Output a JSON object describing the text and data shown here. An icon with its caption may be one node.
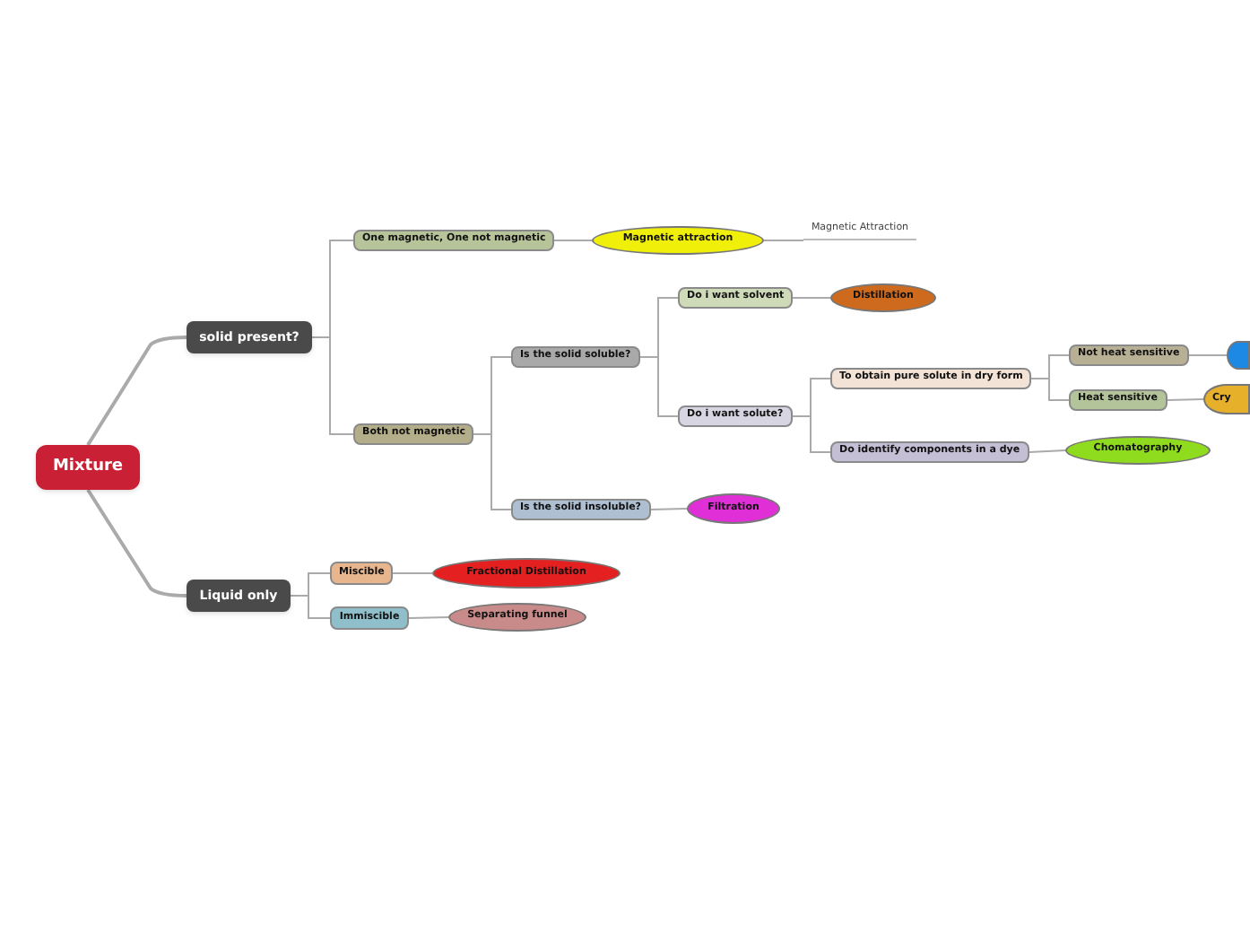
{
  "diagram": {
    "nodes": [
      {
        "text": [
          "Mixture"
        ]
      },
      {
        "text": [
          "solid present?"
        ]
      },
      {
        "text": [
          "Liquid only"
        ]
      },
      {
        "text": [
          "One magnetic, One not magnetic"
        ]
      },
      {
        "text": [
          "Both not magnetic"
        ]
      },
      {
        "text": [
          "Magnetic attraction"
        ]
      },
      {
        "text": [
          "Magnetic Attraction"
        ]
      },
      {
        "text": [
          "Is the solid soluble?"
        ]
      },
      {
        "text": [
          "Is the solid insoluble?"
        ]
      },
      {
        "text": [
          "Do i want solvent"
        ]
      },
      {
        "text": [
          "Do i want solute?"
        ]
      },
      {
        "text": [
          "Distillation"
        ]
      },
      {
        "text": [
          "To obtain pure solute in dry form"
        ]
      },
      {
        "text": [
          "Do identify components in a dye"
        ]
      },
      {
        "text": [
          "Not heat sensitive"
        ]
      },
      {
        "text": [
          "Heat sensitive"
        ]
      },
      {
        "text": [],
        "shape": "ellipse"
      },
      {
        "text": [
          "Cry"
        ]
      },
      {
        "text": [
          "Chomatography"
        ]
      },
      {
        "text": [
          "Filtration"
        ]
      },
      {
        "text": [
          "Miscible"
        ]
      },
      {
        "text": [
          "Immiscible"
        ]
      },
      {
        "text": [
          "Fractional Distillation"
        ]
      },
      {
        "text": [
          "Separating funnel"
        ]
      }
    ],
    "edges": [
      {
        "from": 0,
        "to": 1,
        "arrow": "none"
      },
      {
        "from": 0,
        "to": 2,
        "arrow": "none"
      },
      {
        "from": 1,
        "to": 3,
        "arrow": "none"
      },
      {
        "from": 1,
        "to": 4,
        "arrow": "none"
      },
      {
        "from": 3,
        "to": 5,
        "arrow": "none"
      },
      {
        "from": 5,
        "to": 6,
        "arrow": "none"
      },
      {
        "from": 4,
        "to": 7,
        "arrow": "none"
      },
      {
        "from": 4,
        "to": 8,
        "arrow": "none"
      },
      {
        "from": 7,
        "to": 9,
        "arrow": "none"
      },
      {
        "from": 7,
        "to": 10,
        "arrow": "none"
      },
      {
        "from": 9,
        "to": 11,
        "arrow": "none"
      },
      {
        "from": 10,
        "to": 12,
        "arrow": "none"
      },
      {
        "from": 10,
        "to": 13,
        "arrow": "none"
      },
      {
        "from": 12,
        "to": 14,
        "arrow": "none"
      },
      {
        "from": 12,
        "to": 15,
        "arrow": "none"
      },
      {
        "from": 14,
        "to": 16,
        "arrow": "none"
      },
      {
        "from": 15,
        "to": 17,
        "arrow": "none"
      },
      {
        "from": 13,
        "to": 18,
        "arrow": "none"
      },
      {
        "from": 8,
        "to": 19,
        "arrow": "none"
      },
      {
        "from": 2,
        "to": 20,
        "arrow": "none"
      },
      {
        "from": 2,
        "to": 21,
        "arrow": "none"
      },
      {
        "from": 20,
        "to": 22,
        "arrow": "none"
      },
      {
        "from": 21,
        "to": 23,
        "arrow": "none"
      }
    ]
  }
}
